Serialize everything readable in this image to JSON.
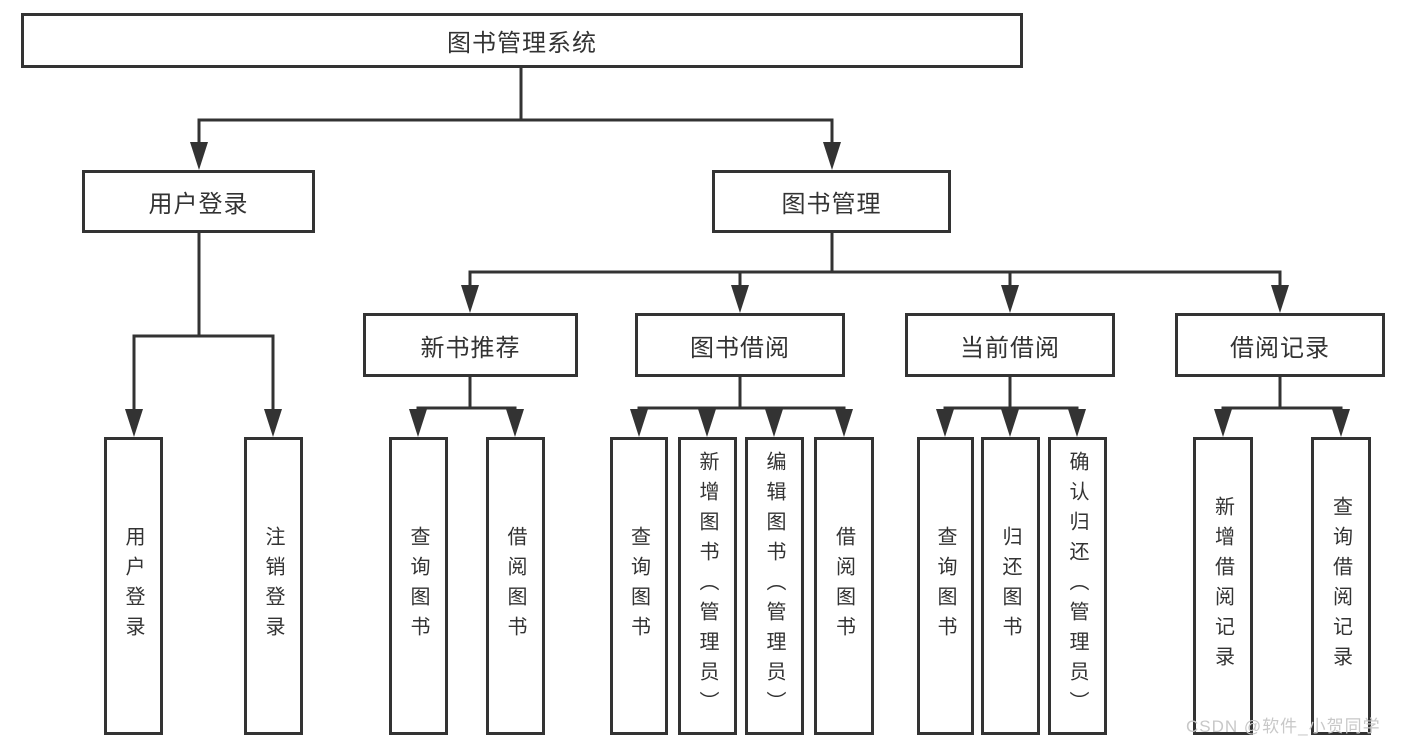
{
  "diagram": {
    "type": "tree",
    "title": "图书管理系统",
    "colors": {
      "line": "#333333",
      "box_border": "#333333",
      "text": "#333333",
      "background": "#ffffff",
      "watermark": "#c8c8c8"
    },
    "nodes": {
      "system": "图书管理系统",
      "user_login": "用户登录",
      "book_management": "图书管理",
      "new_book_recommend": "新书推荐",
      "book_borrowing": "图书借阅",
      "current_borrowing": "当前借阅",
      "borrowing_records": "借阅记录",
      "leaf_user_login": "用户登录",
      "leaf_logout": "注销登录",
      "leaf_nbr_query": "查询图书",
      "leaf_nbr_borrow": "借阅图书",
      "leaf_bb_query": "查询图书",
      "leaf_bb_add": "新增图书（管理员）",
      "leaf_bb_edit": "编辑图书（管理员）",
      "leaf_bb_borrow": "借阅图书",
      "leaf_cb_query": "查询图书",
      "leaf_cb_return": "归还图书",
      "leaf_cb_confirm": "确认归还（管理员）",
      "leaf_br_add": "新增借阅记录",
      "leaf_br_query": "查询借阅记录"
    },
    "edges": [
      {
        "from": "system",
        "to": "user_login"
      },
      {
        "from": "system",
        "to": "book_management"
      },
      {
        "from": "user_login",
        "to": "leaf_user_login"
      },
      {
        "from": "user_login",
        "to": "leaf_logout"
      },
      {
        "from": "book_management",
        "to": "new_book_recommend"
      },
      {
        "from": "book_management",
        "to": "book_borrowing"
      },
      {
        "from": "book_management",
        "to": "current_borrowing"
      },
      {
        "from": "book_management",
        "to": "borrowing_records"
      },
      {
        "from": "new_book_recommend",
        "to": "leaf_nbr_query"
      },
      {
        "from": "new_book_recommend",
        "to": "leaf_nbr_borrow"
      },
      {
        "from": "book_borrowing",
        "to": "leaf_bb_query"
      },
      {
        "from": "book_borrowing",
        "to": "leaf_bb_add"
      },
      {
        "from": "book_borrowing",
        "to": "leaf_bb_edit"
      },
      {
        "from": "book_borrowing",
        "to": "leaf_bb_borrow"
      },
      {
        "from": "current_borrowing",
        "to": "leaf_cb_query"
      },
      {
        "from": "current_borrowing",
        "to": "leaf_cb_return"
      },
      {
        "from": "current_borrowing",
        "to": "leaf_cb_confirm"
      },
      {
        "from": "borrowing_records",
        "to": "leaf_br_add"
      },
      {
        "from": "borrowing_records",
        "to": "leaf_br_query"
      }
    ],
    "watermark": {
      "text": "CSDN @软件_小贺同学"
    }
  }
}
